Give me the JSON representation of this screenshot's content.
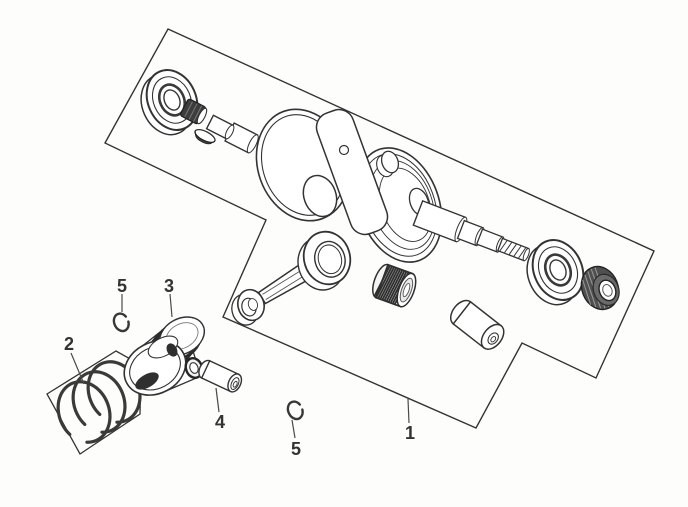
{
  "diagram": {
    "type": "exploded-parts-diagram",
    "subject": "crankshaft-piston-assembly",
    "colors": {
      "background": "#fdfdfb",
      "line": "#333333",
      "dark_fill": "#3d3d3d",
      "gear_fill": "#4f4f4f"
    },
    "callouts": {
      "c1": {
        "label": "1",
        "part": "crankshaft-comp-boundary"
      },
      "c2": {
        "label": "2",
        "part": "piston-ring-set"
      },
      "c3": {
        "label": "3",
        "part": "piston"
      },
      "c4": {
        "label": "4",
        "part": "piston-pin"
      },
      "c5a": {
        "label": "5",
        "part": "piston-pin-clip-left"
      },
      "c5b": {
        "label": "5",
        "part": "piston-pin-clip-right"
      }
    }
  }
}
